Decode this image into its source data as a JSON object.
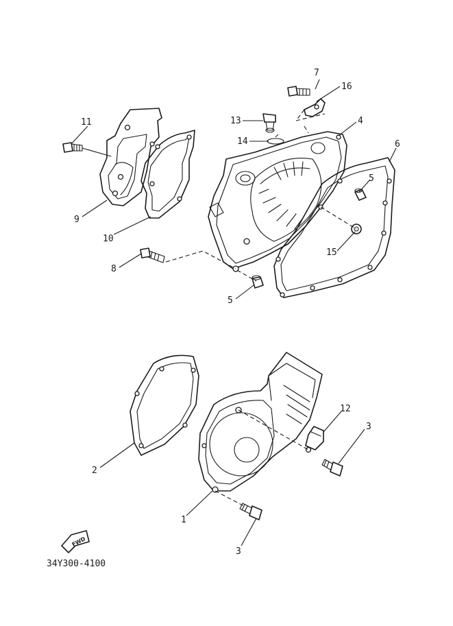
{
  "labels": {
    "p1": "1",
    "p2": "2",
    "p3a": "3",
    "p3b": "3",
    "p4": "4",
    "p5a": "5",
    "p5b": "5",
    "p6": "6",
    "p7": "7",
    "p8": "8",
    "p9": "9",
    "p10": "10",
    "p11": "11",
    "p12": "12",
    "p13": "13",
    "p14": "14",
    "p15": "15",
    "p16": "16"
  },
  "fwd_marker": "FWD",
  "diagram_code": "34Y300-4100"
}
